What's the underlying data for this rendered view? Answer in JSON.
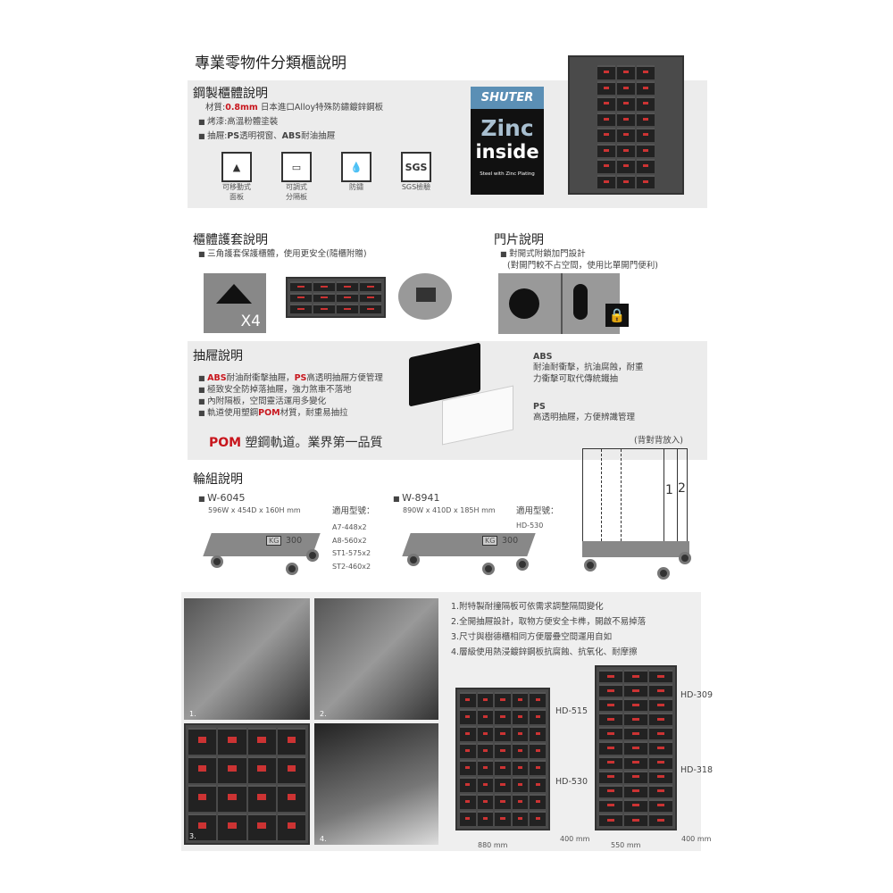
{
  "title": "專業零物件分類櫃說明",
  "steel": {
    "heading": "鋼製櫃體說明",
    "material_label": "材質:",
    "material_value": "0.8mm",
    "material_rest": "日本進口Alloy特殊防鏽鍍鋅鋼板",
    "paint": "烤漆:高溫粉體塗裝",
    "drawer_label": "抽屜:",
    "ps": "PS",
    "drawer_mid": "透明視窗、",
    "abs": "ABS",
    "drawer_rest": "耐油抽屜",
    "icons": [
      {
        "glyph": "▲",
        "label1": "可移動式",
        "label2": "面板"
      },
      {
        "glyph": "▭",
        "label1": "可調式",
        "label2": "分隔板"
      },
      {
        "glyph": "💧",
        "label1": "防鏽",
        "label2": ""
      },
      {
        "glyph": "SGS",
        "label1": "SGS檢驗",
        "label2": ""
      }
    ],
    "badge": {
      "brand": "SHUTER",
      "word1": "Zinc",
      "word2": "inside",
      "caption": "Steel with Zinc Plating"
    }
  },
  "guard": {
    "heading": "櫃體護套說明",
    "bullet": "三角護套保護櫃體，使用更安全(隨櫃附贈)",
    "count": "X4"
  },
  "door": {
    "heading": "門片說明",
    "line1": "對開式附鎖加門設計",
    "line2": "(對開門較不占空間，使用比單開門便利)"
  },
  "drawer": {
    "heading": "抽屜說明",
    "b1_abs": "ABS",
    "b1_a": "耐油耐衝擊抽屜，",
    "b1_ps": "PS",
    "b1_b": "高透明抽屜方便管理",
    "b2": "極致安全防掉落抽屜，強力煞車不落地",
    "b3": "內附隔板，空間靈活運用多變化",
    "b4_a": "軌道使用塑鋼",
    "b4_pom": "POM",
    "b4_b": "材質，耐重易抽拉",
    "slogan_pom": "POM",
    "slogan": " 塑鋼軌道。業界第一品質",
    "abs_title": "ABS",
    "abs_desc1": "耐油耐衝擊，抗油腐蝕，耐重",
    "abs_desc2": "力衝擊可取代傳統鐵抽",
    "ps_title": "PS",
    "ps_desc": "高透明抽屜，方便辨識管理"
  },
  "wheels": {
    "heading": "輪組說明",
    "back_note": "(背對背放入)",
    "label_1": "1",
    "label_2": "2",
    "sets": [
      {
        "model": "W-6045",
        "size": "596W x 454D x 160H mm",
        "fit_label": "適用型號：",
        "fits": [
          "A7-448x2",
          "A8-560x2",
          "ST1-575x2",
          "ST2-460x2"
        ],
        "kg": "KG",
        "load": "300"
      },
      {
        "model": "W-8941",
        "size": "890W x 410D x 185H mm",
        "fit_label": "適用型號：",
        "fits": [
          "HD-530"
        ],
        "kg": "KG",
        "load": "300"
      }
    ]
  },
  "features": {
    "items": [
      "1.附特製耐撞隔板可依需求調整隔間變化",
      "2.全開抽屜設計，取物方便安全卡榫，開啟不易掉落",
      "3.尺寸與樹德櫃相同方便層疊空間運用自如",
      "4.層級使用熱浸鍍鋅鋼板抗腐蝕、抗氧化、耐摩擦"
    ],
    "photo_labels": [
      "1.",
      "2.",
      "3.",
      "4."
    ],
    "cabinets": {
      "hd515": "HD-515",
      "hd530": "HD-530",
      "hd309": "HD-309",
      "hd318": "HD-318",
      "w1": "880 mm",
      "d1": "400 mm",
      "w2": "550 mm",
      "d2": "400 mm"
    }
  }
}
